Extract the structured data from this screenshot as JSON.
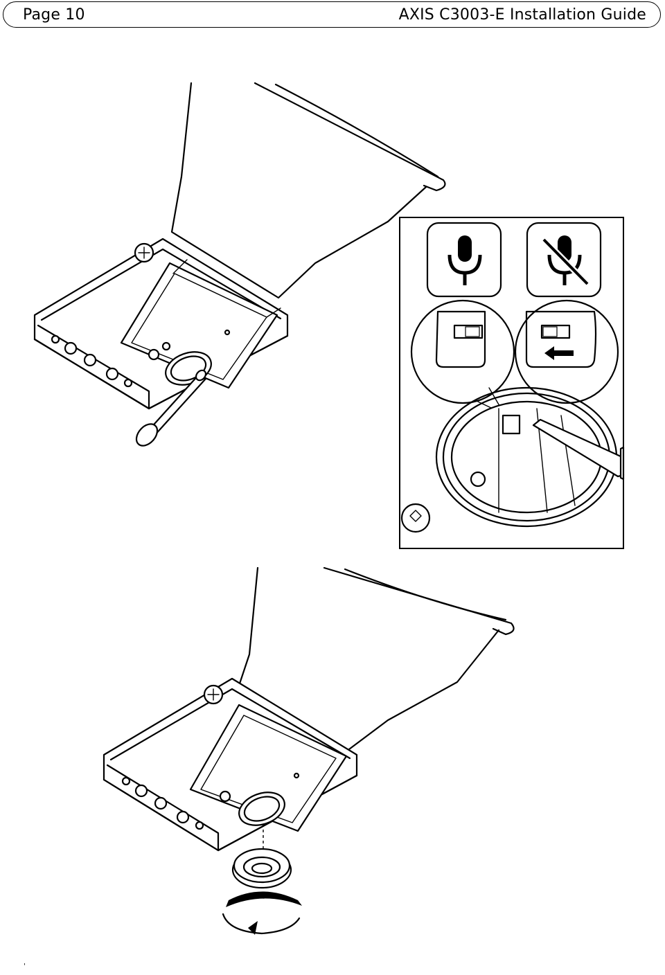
{
  "header": {
    "page_label": "Page 10",
    "doc_title": "AXIS C3003-E Installation Guide"
  },
  "illustrations": [
    {
      "name": "housing-with-cotton-swab",
      "icon": "cotton-swab-icon"
    },
    {
      "name": "microphone-switch-detail",
      "icons": [
        "microphone-on-icon",
        "microphone-off-icon",
        "arrow-left-icon"
      ]
    },
    {
      "name": "housing-with-lens-cap",
      "icon": "rotate-arrow-icon"
    }
  ]
}
